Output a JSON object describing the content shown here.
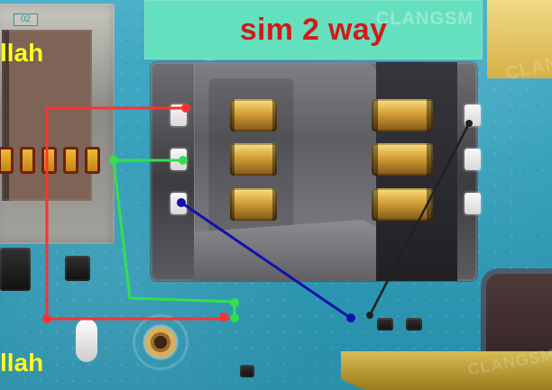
{
  "title": "sim 2 way",
  "left_labels": {
    "top": "llah",
    "bottom": "llah"
  },
  "module_tag": "02",
  "watermarks": {
    "banner": "CLANGSM",
    "main": "GSM",
    "corner_top": "CLANGSM",
    "corner_bottom": "CLANGSM"
  },
  "colors": {
    "banner": "#65e0be",
    "title": "#d51919",
    "labels": "#ffff1f",
    "red_trace": "#ff3131",
    "green_trace": "#31e04f",
    "blue_trace": "#1111aa",
    "black_trace": "#202020"
  }
}
